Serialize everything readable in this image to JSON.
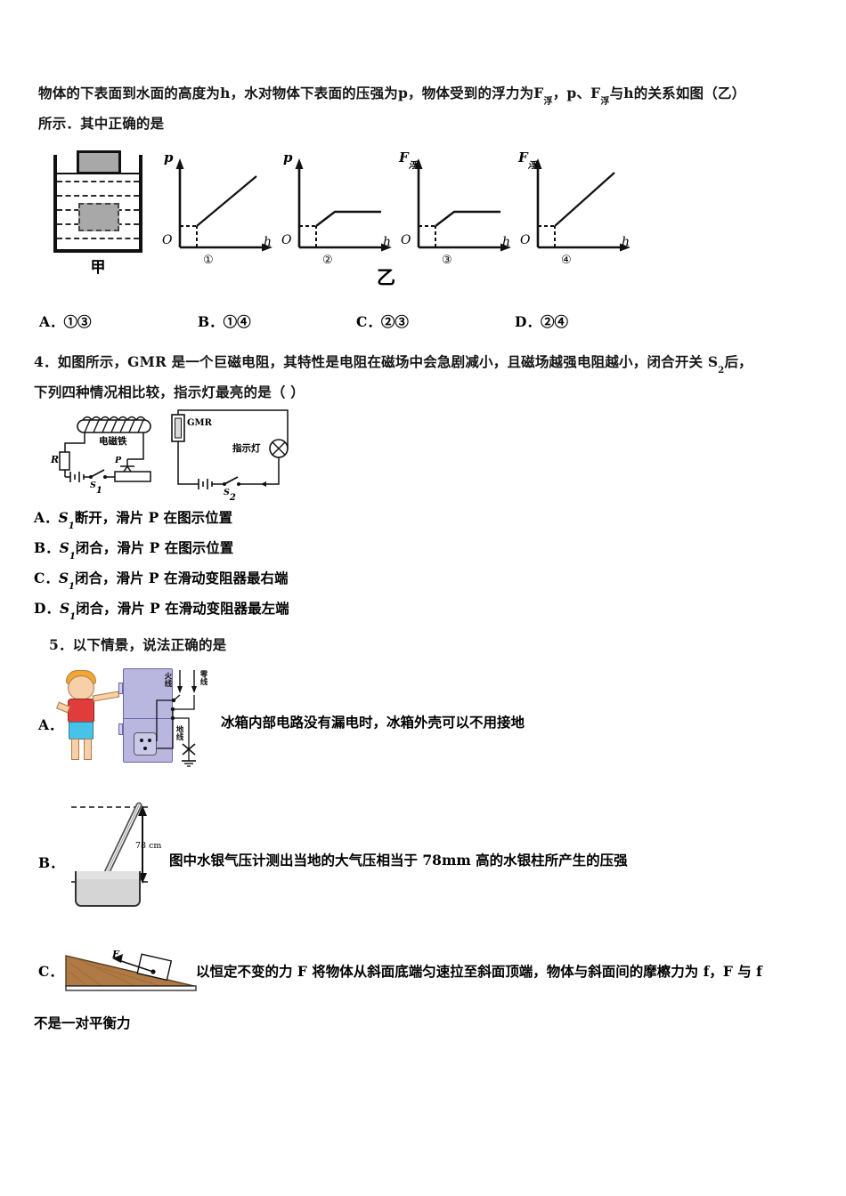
{
  "question3": {
    "stem_line1": "物体的下表面到水面的高度为h，水对物体下表面的压强为p，物体受到的浮力为F浮，p、F浮与h的关系如图（乙）",
    "stem_line2": "所示．其中正确的是",
    "figure": {
      "beaker_label": "甲",
      "group_label": "乙",
      "graphs": [
        {
          "id": "1",
          "number_label": "①",
          "y_axis": "p",
          "x_axis": "h",
          "origin": "O",
          "curve": "rising-line-after-offset"
        },
        {
          "id": "2",
          "number_label": "②",
          "y_axis": "p",
          "x_axis": "h",
          "origin": "O",
          "curve": "rise-then-plateau"
        },
        {
          "id": "3",
          "number_label": "③",
          "y_axis": "F浮",
          "x_axis": "h",
          "origin": "O",
          "curve": "rise-then-plateau"
        },
        {
          "id": "4",
          "number_label": "④",
          "y_axis": "F浮",
          "x_axis": "h",
          "origin": "O",
          "curve": "rising-line-after-offset"
        }
      ]
    },
    "options": [
      {
        "label": "A．",
        "text": "①③"
      },
      {
        "label": "B．",
        "text": "①④"
      },
      {
        "label": "C．",
        "text": "②③"
      },
      {
        "label": "D．",
        "text": "②④"
      }
    ]
  },
  "question4": {
    "stem_line1_a": "4．如图所示，GMR 是一个巨磁电阻，其特性是电阻在磁场中会急剧减小，且磁场越强电阻越小，闭合开关 S",
    "stem_line1_sub": "2",
    "stem_line1_b": "后，",
    "stem_line2": "下列四种情况相比较，指示灯最亮的是（      ）",
    "circuit": {
      "resistor_label": "R",
      "coil_label": "电磁铁",
      "switch1_label": "S",
      "switch1_sub": "1",
      "slider_label": "P",
      "gmr_label": "GMR",
      "lamp_label": "指示灯",
      "switch2_label": "S",
      "switch2_sub": "2"
    },
    "options": [
      {
        "label": "A．",
        "sym": "S",
        "sub": "1",
        "text": "断开，滑片 P 在图示位置"
      },
      {
        "label": "B．",
        "sym": "S",
        "sub": "1",
        "text": "闭合，滑片 P 在图示位置"
      },
      {
        "label": "C．",
        "sym": "S",
        "sub": "1",
        "text": "闭合，滑片 P 在滑动变阻器最右端"
      },
      {
        "label": "D．",
        "sym": "S",
        "sub": "1",
        "text": "闭合，滑片 P 在滑动变阻器最左端"
      }
    ]
  },
  "question5": {
    "stem": "5．以下情景，说法正确的是",
    "options": [
      {
        "label": "A．",
        "text": "冰箱内部电路没有漏电时，冰箱外壳可以不用接地",
        "figure_labels": {
          "live": "火线",
          "neutral": "零线",
          "ground": "地线"
        }
      },
      {
        "label": "B．",
        "text": "图中水银气压计测出当地的大气压相当于 78mm 高的水银柱所产生的压强",
        "figure_labels": {
          "height": "78 cm"
        }
      },
      {
        "label": "C．",
        "text": "以恒定不变的力 F 将物体从斜面底端匀速拉至斜面顶端，物体与斜面间的摩檫力为 f，F 与 f",
        "text_continued": "不是一对平衡力",
        "figure_labels": {
          "force": "F"
        }
      }
    ]
  }
}
